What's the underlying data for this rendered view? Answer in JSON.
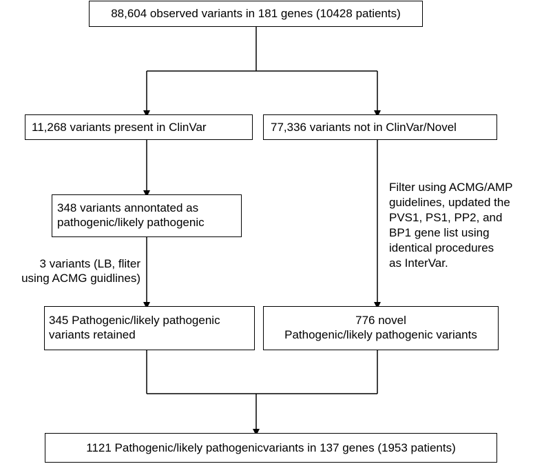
{
  "flowchart": {
    "top": {
      "lines": [
        "88,604 observed variants in 181 genes (10428 patients)"
      ]
    },
    "clinvar": {
      "lines": [
        "11,268 variants present in ClinVar"
      ]
    },
    "novel": {
      "lines": [
        "77,336 variants not in ClinVar/Novel"
      ]
    },
    "annotated": {
      "lines": [
        "348 variants annontated as",
        "pathogenic/likely pathogenic"
      ]
    },
    "retained": {
      "lines": [
        "345 Pathogenic/likely pathogenic",
        "variants retained"
      ]
    },
    "novel_pathogenic": {
      "lines": [
        "776 novel",
        "Pathogenic/likely pathogenic variants"
      ]
    },
    "final": {
      "lines": [
        "1121 Pathogenic/likely pathogenicvariants in 137 genes (1953 patients)"
      ]
    },
    "lb_note": {
      "lines": [
        "3 variants (LB, fliter",
        "using ACMG guidlines)"
      ]
    },
    "filter_note": {
      "lines": [
        "Filter using ACMG/AMP",
        "guidelines, updated the",
        "PVS1, PS1, PP2, and",
        "BP1 gene list using",
        "identical procedures",
        "as InterVar."
      ]
    }
  }
}
